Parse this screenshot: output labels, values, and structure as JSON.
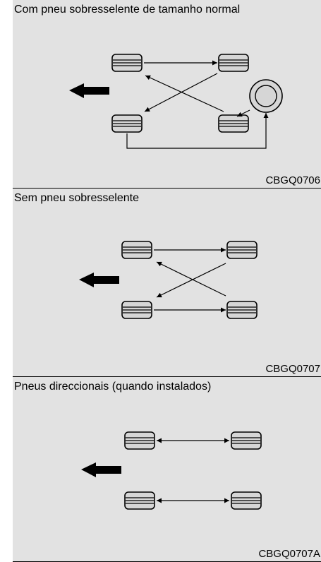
{
  "colors": {
    "panel_background": "#e2e2e2",
    "tire_fill": "#d6d6d6",
    "line": "#000000"
  },
  "panels": [
    {
      "title": "Com pneu sobresselente de tamanho normal",
      "code": "CBGQ0706",
      "icons": [
        "tire-icon",
        "tire-icon",
        "tire-icon",
        "tire-icon",
        "spare-wheel-icon",
        "forward-direction-arrow-icon"
      ]
    },
    {
      "title": "Sem pneu sobresselente",
      "code": "CBGQ0707",
      "icons": [
        "tire-icon",
        "tire-icon",
        "tire-icon",
        "tire-icon",
        "forward-direction-arrow-icon"
      ]
    },
    {
      "title": "Pneus direccionais (quando instalados)",
      "code": "CBGQ0707A",
      "icons": [
        "tire-icon",
        "tire-icon",
        "tire-icon",
        "tire-icon",
        "forward-direction-arrow-icon"
      ]
    }
  ]
}
